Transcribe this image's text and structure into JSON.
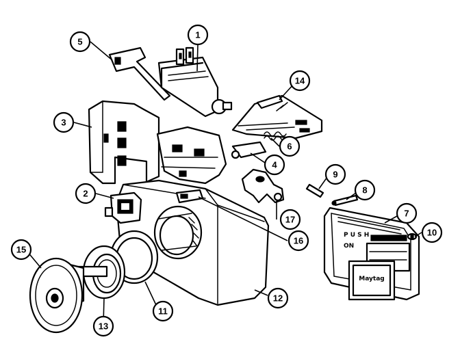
{
  "callouts": [
    {
      "id": "1",
      "label": "1"
    },
    {
      "id": "2",
      "label": "2"
    },
    {
      "id": "3",
      "label": "3"
    },
    {
      "id": "4",
      "label": "4"
    },
    {
      "id": "5",
      "label": "5"
    },
    {
      "id": "6",
      "label": "6"
    },
    {
      "id": "7",
      "label": "7"
    },
    {
      "id": "8",
      "label": "8"
    },
    {
      "id": "9",
      "label": "9"
    },
    {
      "id": "10",
      "label": "10"
    },
    {
      "id": "11",
      "label": "11"
    },
    {
      "id": "12",
      "label": "12"
    },
    {
      "id": "13",
      "label": "13"
    },
    {
      "id": "14",
      "label": "14"
    },
    {
      "id": "15",
      "label": "15"
    },
    {
      "id": "16",
      "label": "16"
    },
    {
      "id": "17",
      "label": "17"
    }
  ],
  "plate": {
    "badge_text": "Maytag"
  }
}
